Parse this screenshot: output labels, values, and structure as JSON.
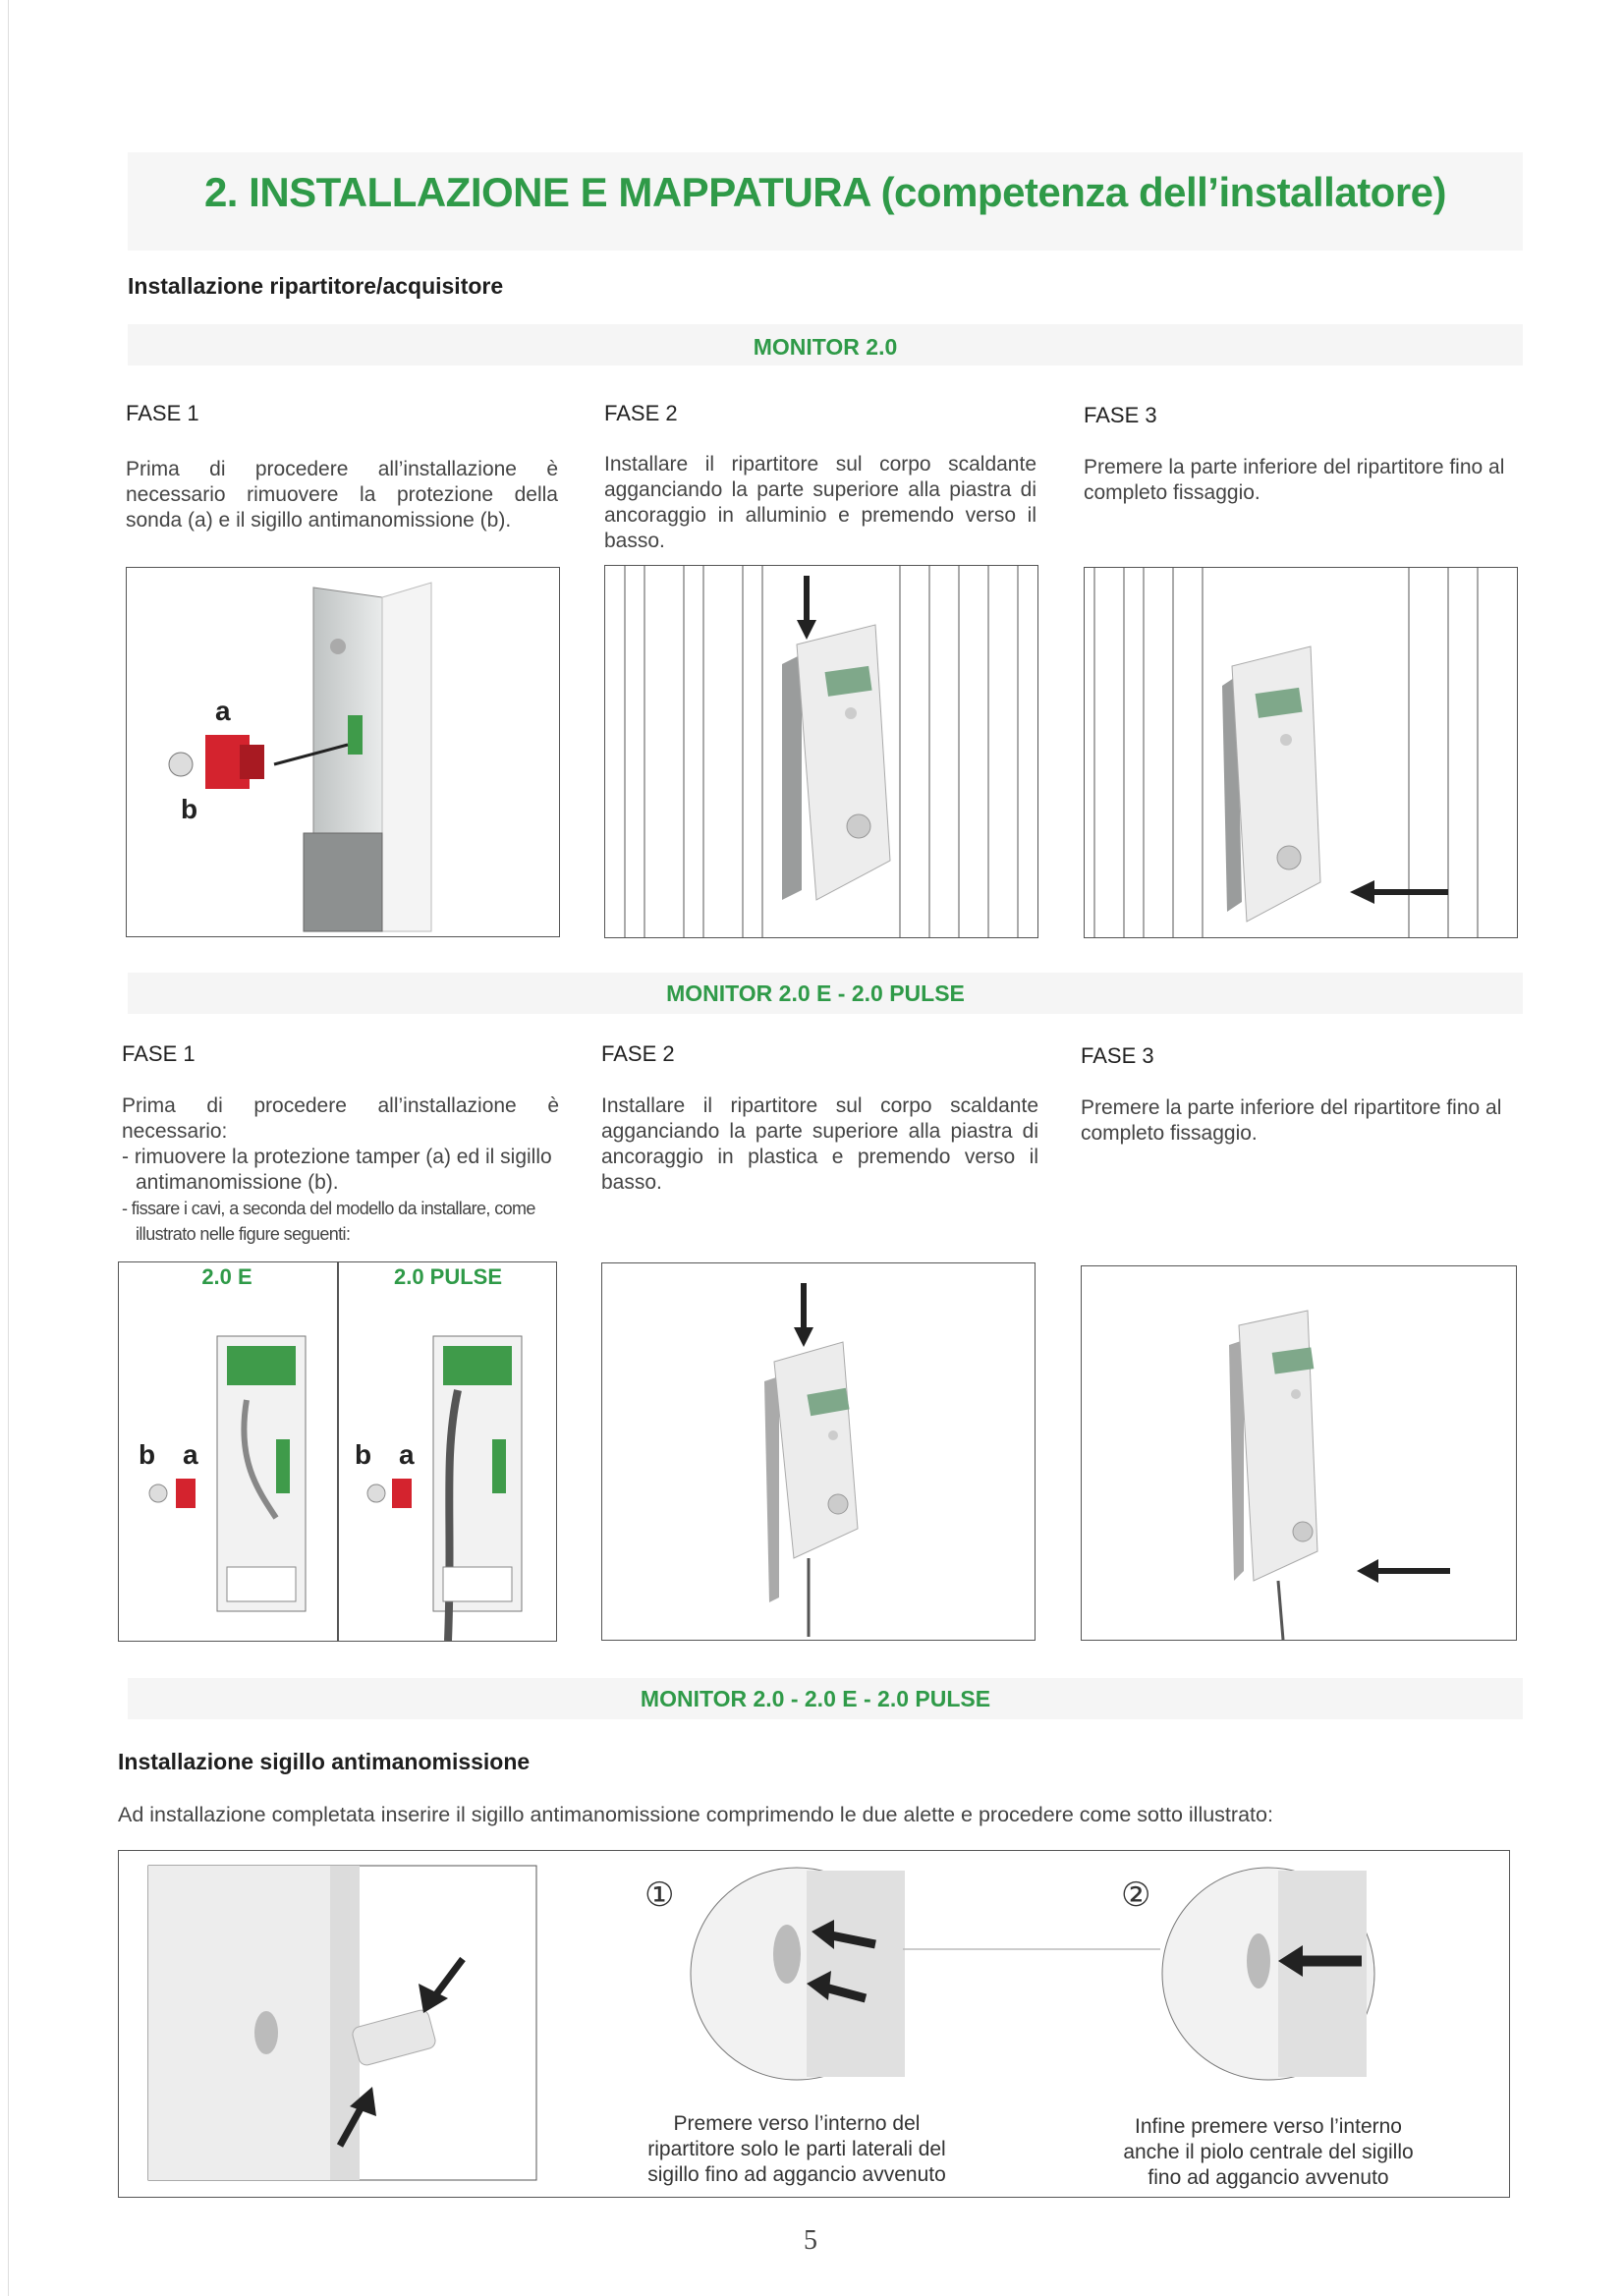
{
  "title": "2. INSTALLAZIONE E MAPPATURA (competenza dell’installatore)",
  "section1_heading": "Installazione ripartitore/acquisitore",
  "monitor_20": {
    "label": "MONITOR 2.0",
    "phases": [
      {
        "title": "FASE 1",
        "text": "Prima di procedere all’installazione è necessario rimuovere la protezione della sonda (a) e il sigillo antimanomissione (b)."
      },
      {
        "title": "FASE 2",
        "text": "Installare il ripartitore sul corpo scaldante agganciando la parte superiore alla piastra di ancoraggio in alluminio e premendo verso il basso."
      },
      {
        "title": "FASE 3",
        "text": "Premere la parte inferiore del ripartitore fino al completo fissaggio."
      }
    ],
    "labels": {
      "a": "a",
      "b": "b"
    }
  },
  "monitor_20e": {
    "label": "MONITOR 2.0 E - 2.0 PULSE",
    "fase1_title": "FASE 1",
    "fase1_intro": "Prima di procedere all’installazione è necessario:",
    "fase1_items": [
      "- rimuovere la protezione tamper (a) ed il sigillo antimanomissione (b).",
      "- fissare i cavi, a seconda del modello da installare, come illustrato nelle figure seguenti:"
    ],
    "fase2_title": "FASE 2",
    "fase2_text": "Installare il ripartitore sul corpo scaldante agganciando la parte superiore alla piastra di ancoraggio in plastica e premendo verso il basso.",
    "fase3_title": "FASE 3",
    "fase3_text": "Premere la parte inferiore del ripartitore fino al completo fissaggio.",
    "model_a": "2.0 E",
    "model_b": "2.0 PULSE",
    "labels": {
      "a": "a",
      "b": "b"
    }
  },
  "monitor_all_label": "MONITOR 2.0 - 2.0 E - 2.0 PULSE",
  "section2_heading": "Installazione sigillo antimanomissione",
  "section2_text": "Ad installazione completata inserire il sigillo antimanomissione comprimendo le due alette e procedere come sotto illustrato:",
  "steps": [
    {
      "num": "①",
      "caption": "Premere verso l’interno del ripartitore solo le parti laterali del sigillo fino ad aggancio avvenuto"
    },
    {
      "num": "②",
      "caption": "Infine premere verso l’interno anche il piolo centrale del sigillo fino ad aggancio avvenuto"
    }
  ],
  "page_number": "5",
  "colors": {
    "accent_green": "#2f9a48",
    "seal_red": "#d4232e"
  }
}
